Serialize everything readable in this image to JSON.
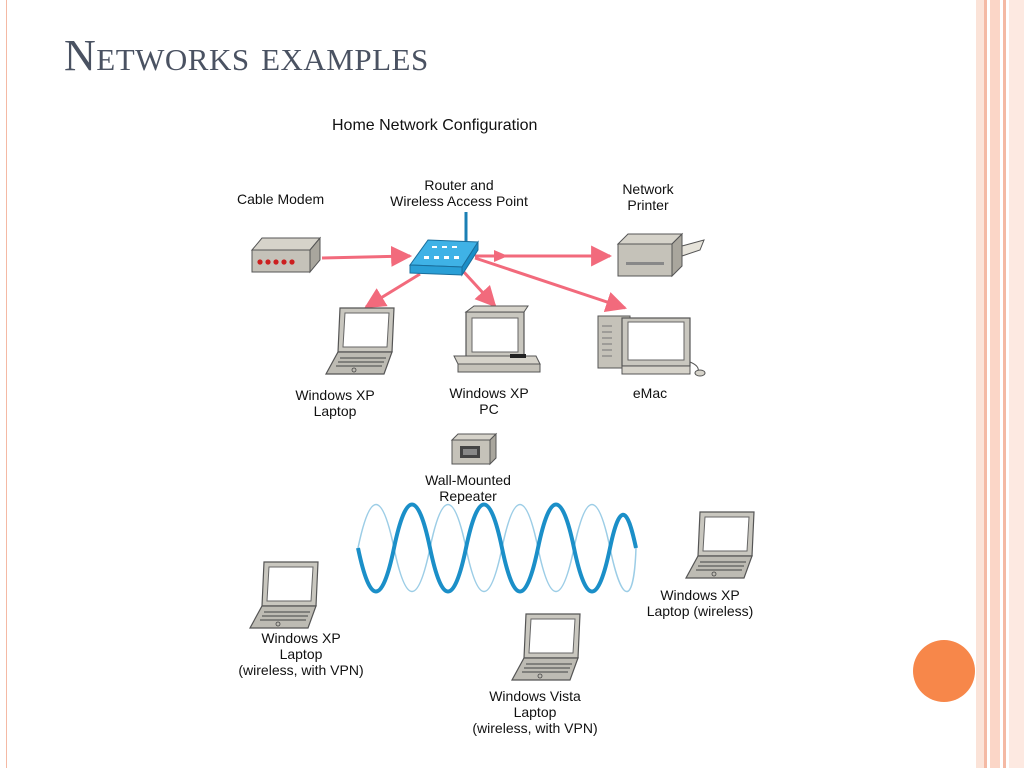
{
  "slide": {
    "title": "Networks examples"
  },
  "diagram": {
    "title": "Home Network Configuration",
    "labels": {
      "cable_modem": "Cable Modem",
      "router": "Router and\nWireless Access Point",
      "printer": "Network\nPrinter",
      "xp_laptop": "Windows XP\nLaptop",
      "xp_pc": "Windows XP\nPC",
      "emac": "eMac",
      "repeater": "Wall-Mounted\nRepeater",
      "xp_laptop_wireless": "Windows XP\nLaptop (wireless)",
      "xp_laptop_vpn": "Windows XP\nLaptop\n(wireless, with VPN)",
      "vista_laptop_vpn": "Windows Vista\nLaptop\n(wireless, with VPN)"
    }
  },
  "colors": {
    "connector": "#f26a7c",
    "wireless": "#1b8fc8",
    "accent_circle": "#f7874a",
    "title_text": "#4a5262",
    "frame": "#f4b9a4"
  }
}
